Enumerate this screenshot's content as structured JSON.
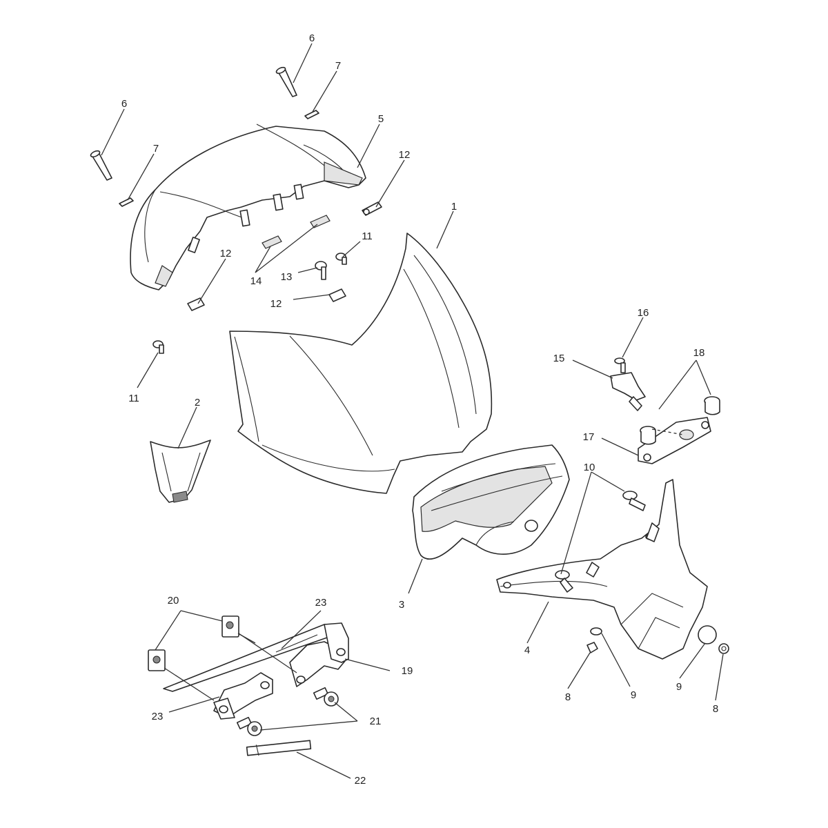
{
  "callouts": [
    "1",
    "2",
    "3",
    "4",
    "5",
    "6",
    "6",
    "7",
    "7",
    "8",
    "8",
    "9",
    "9",
    "10",
    "11",
    "11",
    "12",
    "12",
    "12",
    "13",
    "14",
    "15",
    "16",
    "17",
    "18",
    "19",
    "20",
    "21",
    "22",
    "23",
    "23"
  ]
}
